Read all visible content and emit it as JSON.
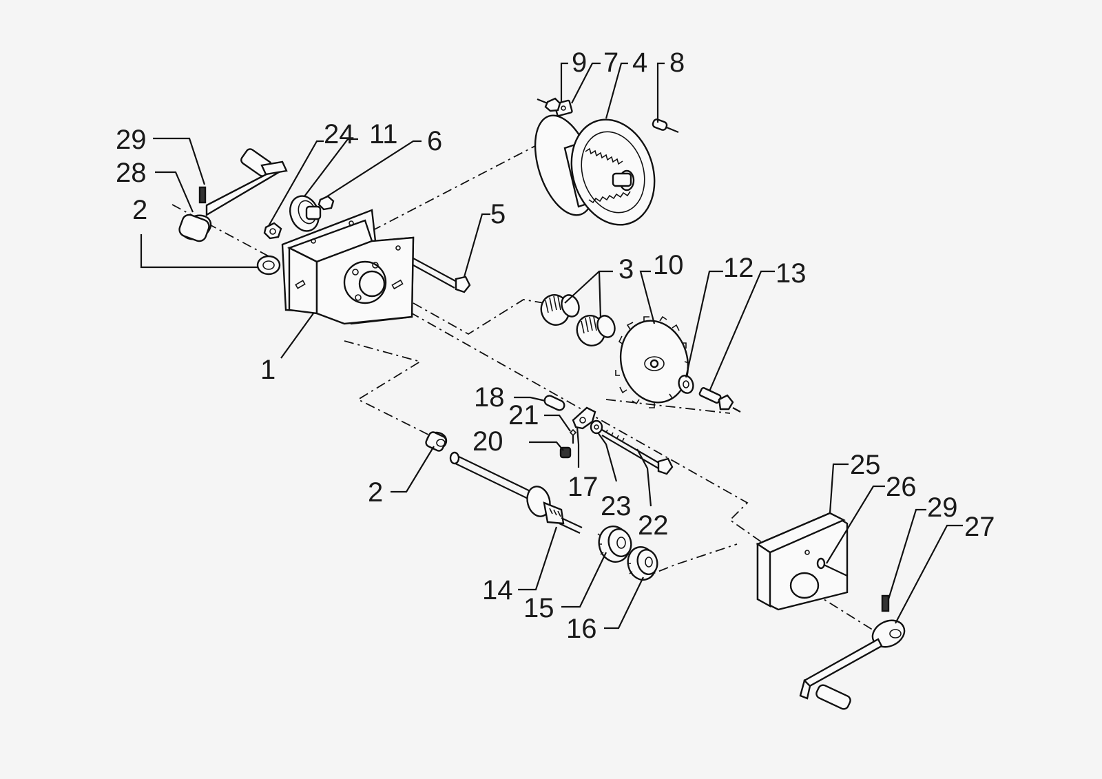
{
  "diagram": {
    "callouts": [
      {
        "id": "c29a",
        "label": "29"
      },
      {
        "id": "c28",
        "label": "28"
      },
      {
        "id": "c2a",
        "label": "2"
      },
      {
        "id": "c24",
        "label": "24"
      },
      {
        "id": "c11",
        "label": "11"
      },
      {
        "id": "c6",
        "label": "6"
      },
      {
        "id": "c9",
        "label": "9"
      },
      {
        "id": "c7",
        "label": "7"
      },
      {
        "id": "c4",
        "label": "4"
      },
      {
        "id": "c8",
        "label": "8"
      },
      {
        "id": "c5",
        "label": "5"
      },
      {
        "id": "c3",
        "label": "3"
      },
      {
        "id": "c10",
        "label": "10"
      },
      {
        "id": "c12",
        "label": "12"
      },
      {
        "id": "c13",
        "label": "13"
      },
      {
        "id": "c1",
        "label": "1"
      },
      {
        "id": "c18",
        "label": "18"
      },
      {
        "id": "c21",
        "label": "21"
      },
      {
        "id": "c20",
        "label": "20"
      },
      {
        "id": "c2b",
        "label": "2"
      },
      {
        "id": "c17",
        "label": "17"
      },
      {
        "id": "c23",
        "label": "23"
      },
      {
        "id": "c22",
        "label": "22"
      },
      {
        "id": "c14",
        "label": "14"
      },
      {
        "id": "c15",
        "label": "15"
      },
      {
        "id": "c16",
        "label": "16"
      },
      {
        "id": "c25",
        "label": "25"
      },
      {
        "id": "c26",
        "label": "26"
      },
      {
        "id": "c29b",
        "label": "29"
      },
      {
        "id": "c27",
        "label": "27"
      }
    ]
  }
}
